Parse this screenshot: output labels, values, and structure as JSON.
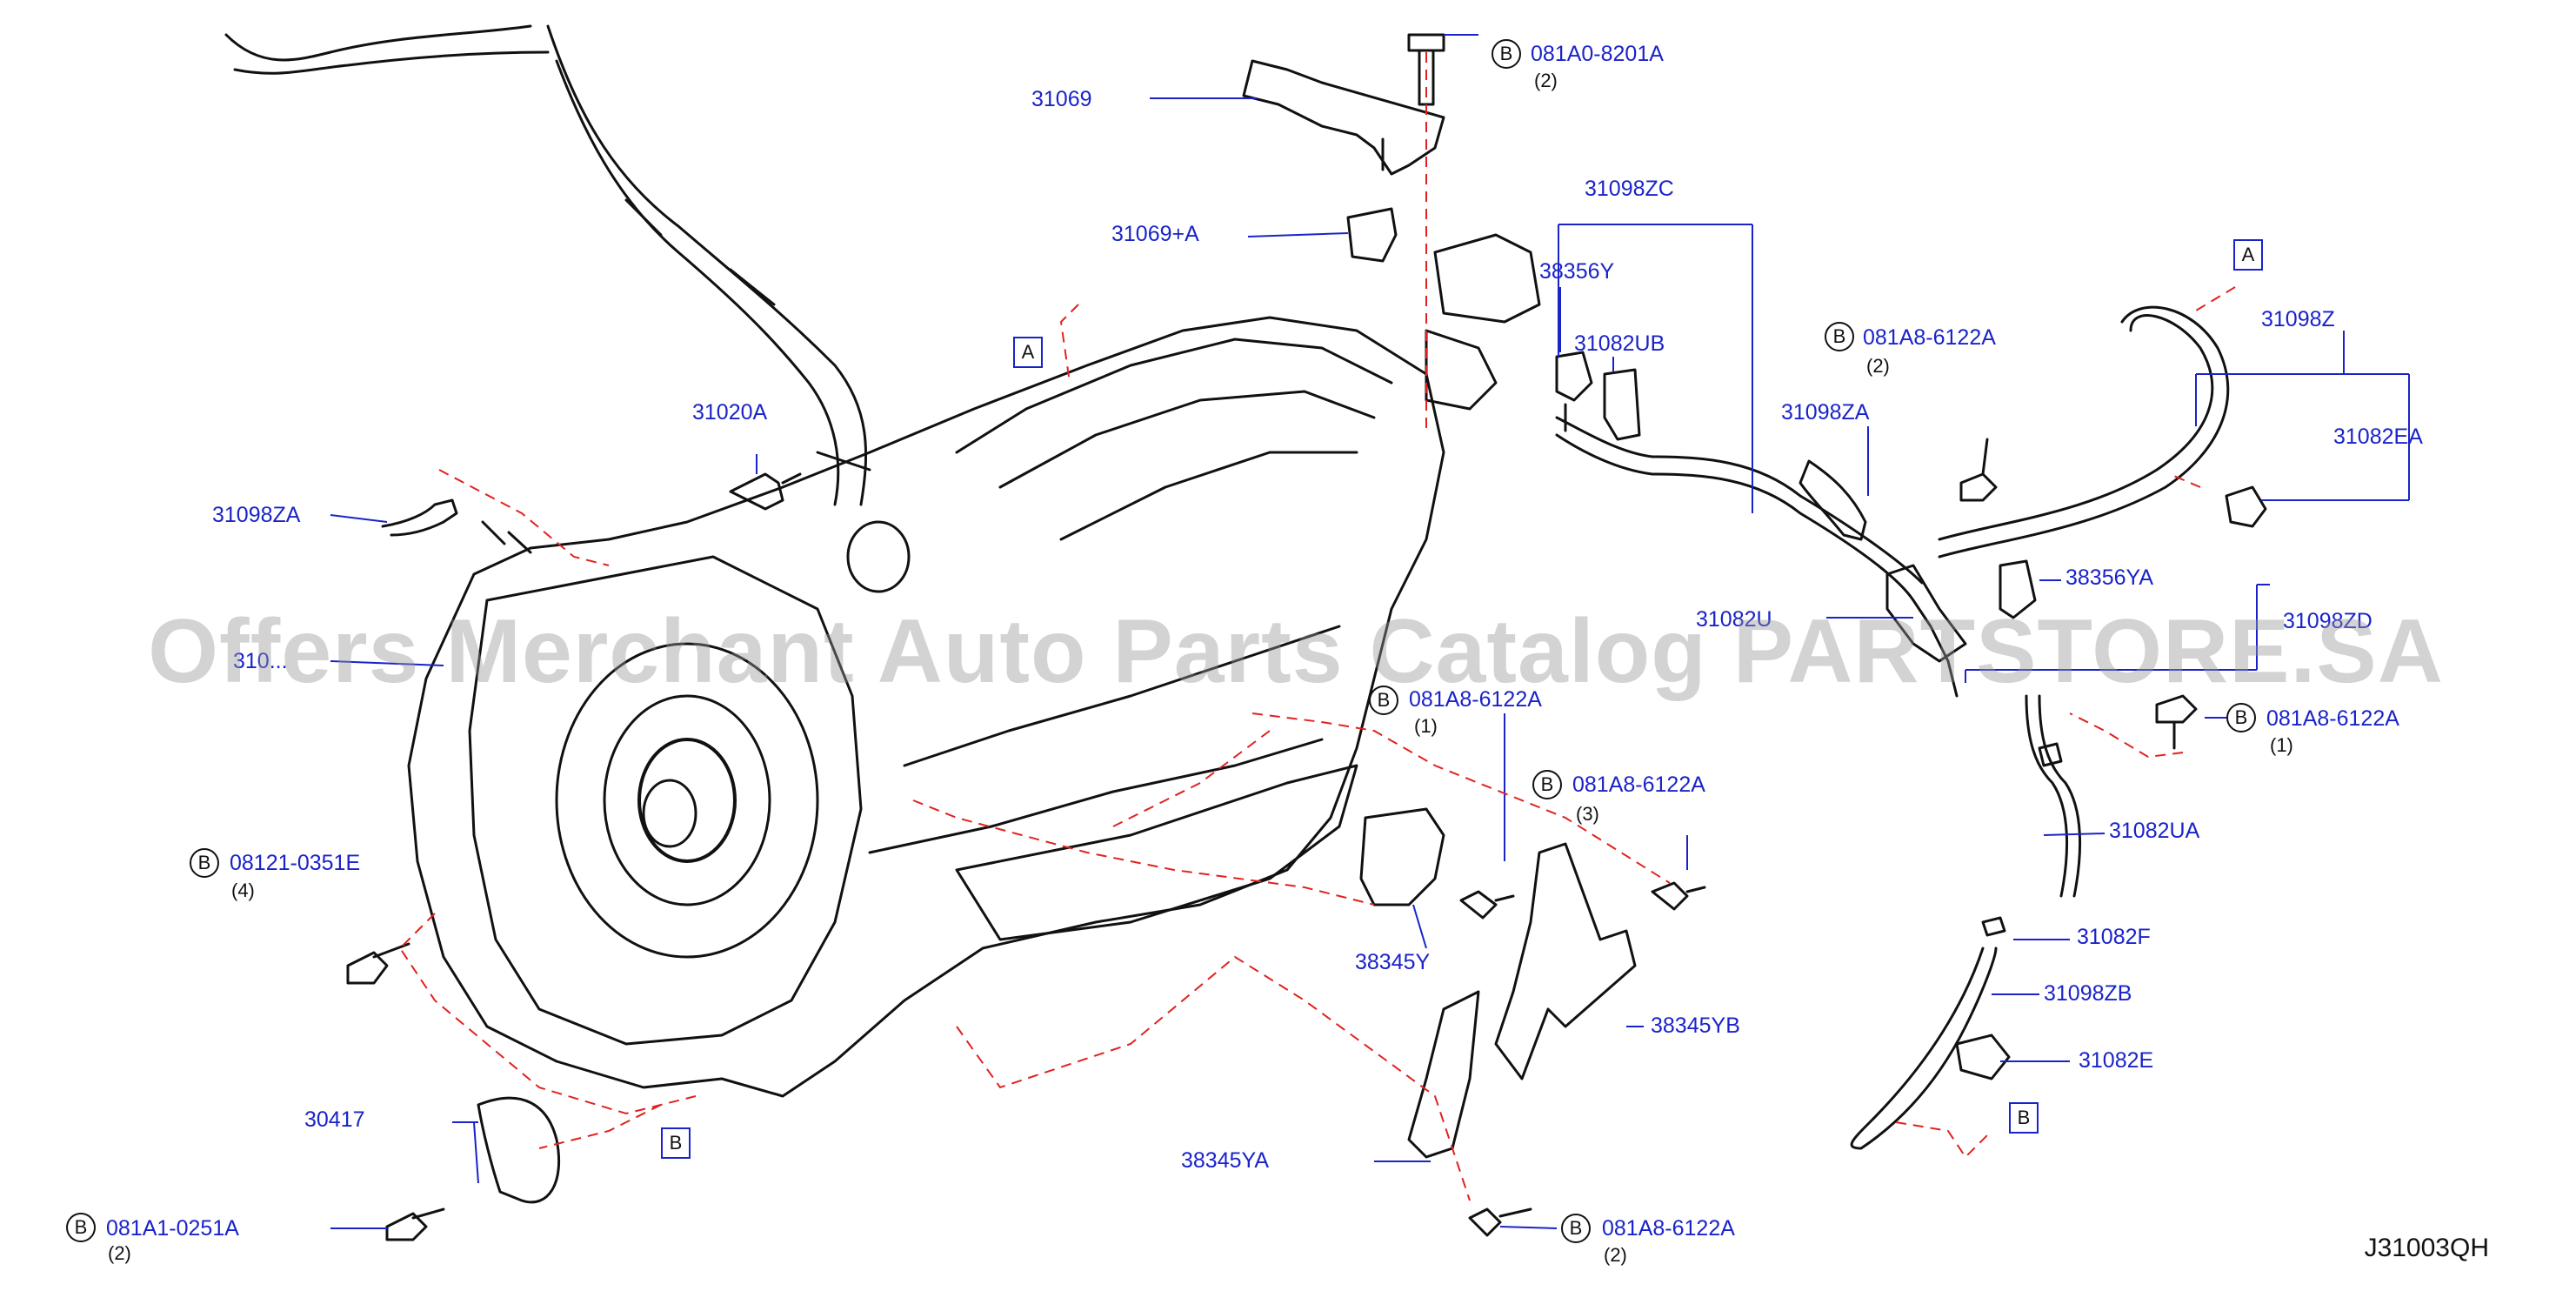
{
  "callouts": [
    {
      "id": "31069",
      "text": "31069"
    },
    {
      "id": "31069a",
      "text": "31069+A"
    },
    {
      "id": "31020a",
      "text": "31020A"
    },
    {
      "id": "31098za_left",
      "text": "31098ZA"
    },
    {
      "id": "310xx",
      "text": "310..."
    },
    {
      "id": "31098zc",
      "text": "31098ZC"
    },
    {
      "id": "38356y",
      "text": "38356Y"
    },
    {
      "id": "31082ub",
      "text": "31082UB"
    },
    {
      "id": "31098za_right",
      "text": "31098ZA"
    },
    {
      "id": "31082u",
      "text": "31082U"
    },
    {
      "id": "38356ya",
      "text": "38356YA"
    },
    {
      "id": "31098zd",
      "text": "31098ZD"
    },
    {
      "id": "31098z",
      "text": "31098Z"
    },
    {
      "id": "31082ea",
      "text": "31082EA"
    },
    {
      "id": "31082ua",
      "text": "31082UA"
    },
    {
      "id": "31082f",
      "text": "31082F"
    },
    {
      "id": "31098zb",
      "text": "31098ZB"
    },
    {
      "id": "31082e",
      "text": "31082E"
    },
    {
      "id": "38345y",
      "text": "38345Y"
    },
    {
      "id": "38345yb",
      "text": "38345YB"
    },
    {
      "id": "38345ya",
      "text": "38345YA"
    },
    {
      "id": "30417",
      "text": "30417"
    }
  ],
  "bolts": [
    {
      "id": "b1",
      "prefix": "B",
      "part": "081A0-8201A",
      "qty": "(2)"
    },
    {
      "id": "b2",
      "prefix": "B",
      "part": "081A8-6122A",
      "qty": "(2)"
    },
    {
      "id": "b3",
      "prefix": "B",
      "part": "081A8-6122A",
      "qty": "(1)"
    },
    {
      "id": "b4",
      "prefix": "B",
      "part": "081A8-6122A",
      "qty": "(3)"
    },
    {
      "id": "b5",
      "prefix": "B",
      "part": "081A8-6122A",
      "qty": "(1)"
    },
    {
      "id": "b6",
      "prefix": "B",
      "part": "08121-0351E",
      "qty": "(4)"
    },
    {
      "id": "b7",
      "prefix": "B",
      "part": "081A1-0251A",
      "qty": "(2)"
    },
    {
      "id": "b8",
      "prefix": "B",
      "part": "081A8-6122A",
      "qty": "(2)"
    }
  ],
  "refs": [
    {
      "id": "A1",
      "text": "A"
    },
    {
      "id": "A2",
      "text": "A"
    },
    {
      "id": "B1",
      "text": "B"
    },
    {
      "id": "B2",
      "text": "B"
    }
  ],
  "diagram_code": "J31003QH",
  "watermark": "Offers Merchant Auto Parts Catalog PARTSTORE.SA",
  "colors": {
    "callout": "#1a23c9",
    "line": "#111111",
    "dashed": "#e0221f"
  }
}
